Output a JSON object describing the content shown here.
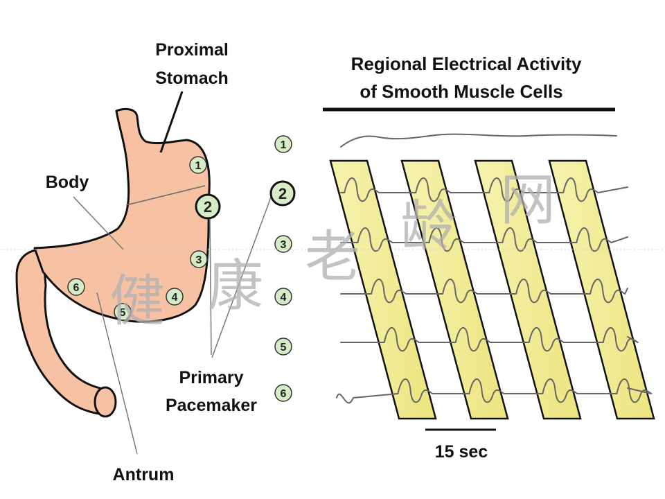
{
  "labels": {
    "proximal_line1": "Proximal",
    "proximal_line2": "Stomach",
    "body": "Body",
    "antrum": "Antrum",
    "primary_line1": "Primary",
    "primary_line2": "Pacemaker",
    "title_line1": "Regional Electrical Activity",
    "title_line2": "of Smooth Muscle Cells",
    "scale": "15 sec"
  },
  "stomach_markers": [
    "1",
    "2",
    "3",
    "4",
    "5",
    "6"
  ],
  "trace_markers": [
    "1",
    "2",
    "3",
    "4",
    "5",
    "6"
  ],
  "watermark": [
    "健",
    "康",
    "老",
    "龄",
    "网"
  ],
  "colors": {
    "stomach_fill": "#f7c2a4",
    "marker_fill": "#d6ecc7",
    "band_fill": "#f0ec9a",
    "ink": "#111111",
    "trace": "#666666"
  }
}
